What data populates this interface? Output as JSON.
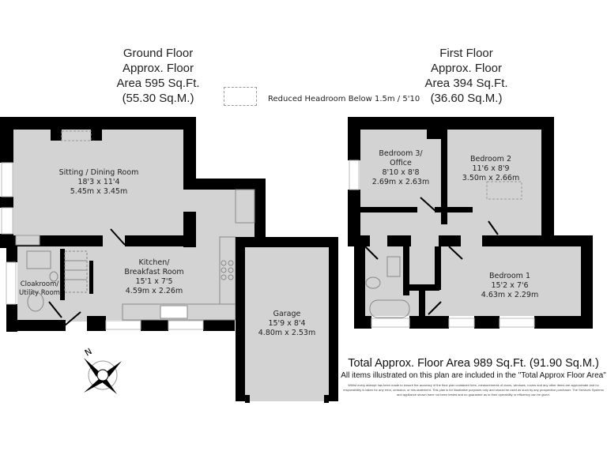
{
  "ground_floor": {
    "title_lines": [
      "Ground Floor",
      "Approx. Floor",
      "Area 595 Sq.Ft.",
      "(55.30 Sq.M.)"
    ],
    "rooms": [
      {
        "name": "Sitting / Dining Room",
        "imperial": "18'3 x 11'4",
        "metric": "5.45m x 3.45m"
      },
      {
        "name": "Kitchen/",
        "name2": "Breakfast Room",
        "imperial": "15'1 x 7'5",
        "metric": "4.59m x 2.26m"
      },
      {
        "name": "Cloakroom/",
        "name2": "Utility Room"
      },
      {
        "name": "Garage",
        "imperial": "15'9 x 8'4",
        "metric": "4.80m x 2.53m"
      }
    ]
  },
  "first_floor": {
    "title_lines": [
      "First Floor",
      "Approx. Floor",
      "Area 394 Sq.Ft.",
      "(36.60 Sq.M.)"
    ],
    "rooms": [
      {
        "name": "Bedroom 3/",
        "name2": "Office",
        "imperial": "8'10 x 8'8",
        "metric": "2.69m x 2.63m"
      },
      {
        "name": "Bedroom 2",
        "imperial": "11'6 x 8'9",
        "metric": "3.50m x 2.66m"
      },
      {
        "name": "Bedroom 1",
        "imperial": "15'2 x 7'6",
        "metric": "4.63m x 2.29m"
      }
    ]
  },
  "legend": {
    "icon": "dashed-box-icon",
    "label": "Reduced Headroom Below 1.5m / 5'10"
  },
  "compass": {
    "icon": "compass-rose-icon",
    "label": "N"
  },
  "totals": {
    "main": "Total Approx. Floor Area 989 Sq.Ft. (91.90 Sq.M.)",
    "sub": "All items illustrated on this plan are included in the \"Total Approx Floor Area\"",
    "disclaimer": "Whilst every attempt has been made to ensure the accuracy of the floor plan contained here, measurements of doors, windows, rooms and any other items are approximate and no responsibility is taken for any error, omission, or mis-statement. This plan is for illustrative purposes only and should be used as such by any prospective purchaser. The Services Systems and appliance shown have not been tested and no guarantee as to their operability or efficiency can be given."
  },
  "colors": {
    "wall": "#000000",
    "floor": "#d3d3d3",
    "background": "#ffffff"
  }
}
